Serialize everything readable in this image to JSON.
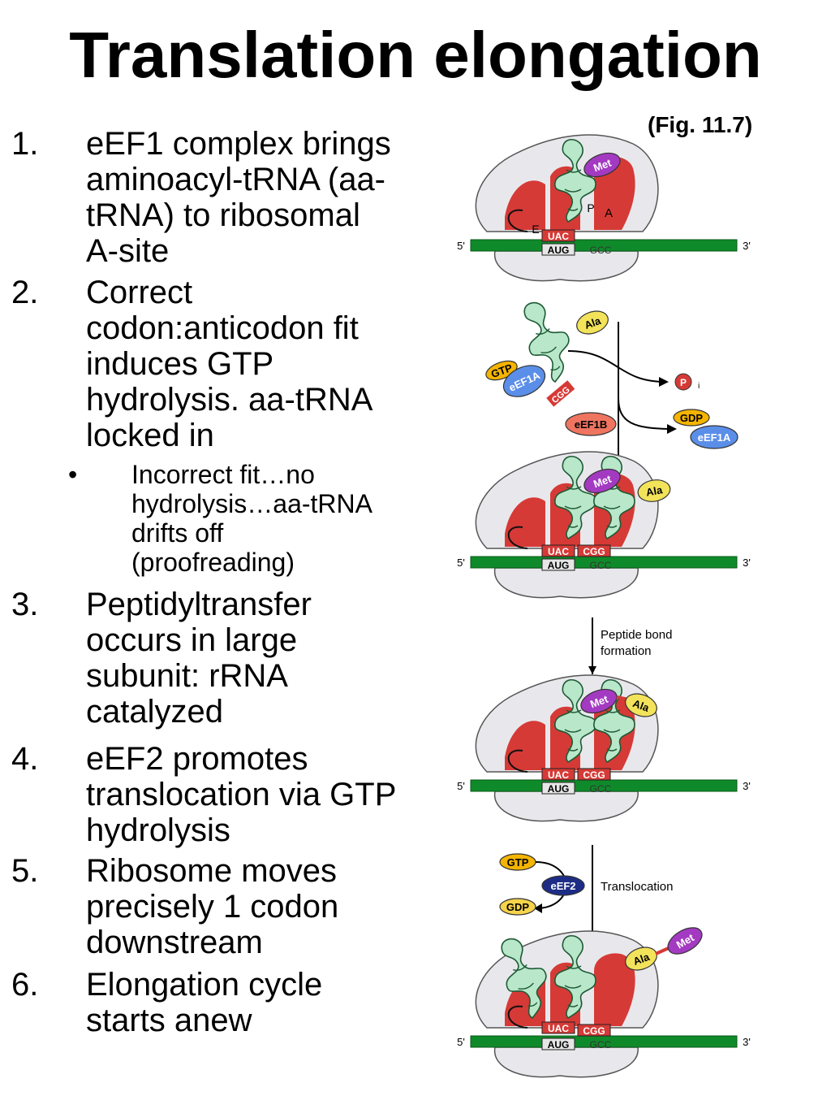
{
  "title": "Translation elongation",
  "fig_ref": "(Fig. 11.7)",
  "list": [
    {
      "num": "1.",
      "lines": [
        "eEF1 complex brings",
        "aminoacyl-tRNA (aa-",
        "tRNA) to ribosomal",
        "A-site"
      ]
    },
    {
      "num": "2.",
      "lines": [
        "Correct",
        "codon:anticodon fit",
        "induces GTP",
        "hydrolysis.  aa-tRNA",
        "locked in"
      ]
    },
    {
      "num": "3.",
      "lines": [
        "Peptidyltransfer",
        "occurs in large",
        "subunit:  rRNA",
        "catalyzed"
      ]
    },
    {
      "num": "4.",
      "lines": [
        "eEF2 promotes",
        "translocation via GTP",
        "hydrolysis"
      ]
    },
    {
      "num": "5.",
      "lines": [
        "Ribosome moves",
        "precisely 1 codon",
        "downstream"
      ]
    },
    {
      "num": "6.",
      "lines": [
        "Elongation cycle",
        "starts anew"
      ]
    }
  ],
  "sub_bullet": {
    "bullet": "•",
    "lines": [
      "Incorrect fit…no",
      "hydrolysis…aa-tRNA",
      "drifts off",
      "(proofreading)"
    ]
  },
  "figure": {
    "mrna_5": "5'",
    "mrna_3": "3'",
    "codon_1": "AUG",
    "codon_2": "GCC",
    "anticodon_1": "UAC",
    "anticodon_2": "CGG",
    "met": "Met",
    "ala": "Ala",
    "site_e": "E",
    "site_p": "P",
    "site_a": "A",
    "gtp": "GTP",
    "gdp": "GDP",
    "eef1a": "eEF1A",
    "eef1b": "eEF1B",
    "eef2": "eEF2",
    "pi": "P",
    "pi_sub": "i",
    "peptide_bond_1": "Peptide bond",
    "peptide_bond_2": "formation",
    "translocation": "Translocation",
    "colors": {
      "rrna": "#d63a36",
      "mrna": "#0f8a2a",
      "trna": "#b9e7c9",
      "met": "#a33ac1",
      "ala": "#f3e35a",
      "eef1a": "#5a8ee8",
      "eef1b": "#ef7560",
      "eef2": "#1d2d86",
      "gtp": "#f4b400"
    }
  }
}
